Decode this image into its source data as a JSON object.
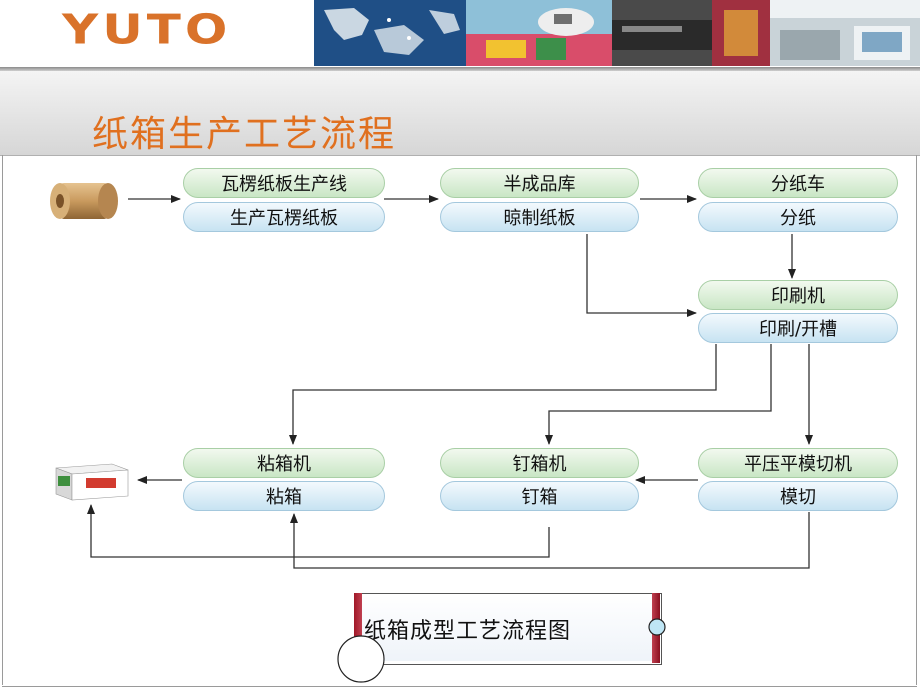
{
  "brand": {
    "logo_text": "YUTO",
    "accent": "#e0701f"
  },
  "slide": {
    "title": "纸箱生产工艺流程"
  },
  "flow": {
    "corrugator": {
      "top": "瓦楞纸板生产线",
      "bottom": "生产瓦楞纸板"
    },
    "warehouse": {
      "top": "半成品库",
      "bottom": "晾制纸板"
    },
    "slitter": {
      "top": "分纸车",
      "bottom": "分纸"
    },
    "printer": {
      "top": "印刷机",
      "bottom": "印刷/开槽"
    },
    "gluer": {
      "top": "粘箱机",
      "bottom": "粘箱"
    },
    "stitcher": {
      "top": "钉箱机",
      "bottom": "钉箱"
    },
    "diecutter": {
      "top": "平压平模切机",
      "bottom": "模切"
    }
  },
  "callout": {
    "text": "纸箱成型工艺流程图"
  },
  "colors": {
    "pill_top": "#cfe8cb",
    "pill_bottom": "#cbe5f3",
    "arrow": "#333333",
    "callout_edge": "#a01828"
  }
}
